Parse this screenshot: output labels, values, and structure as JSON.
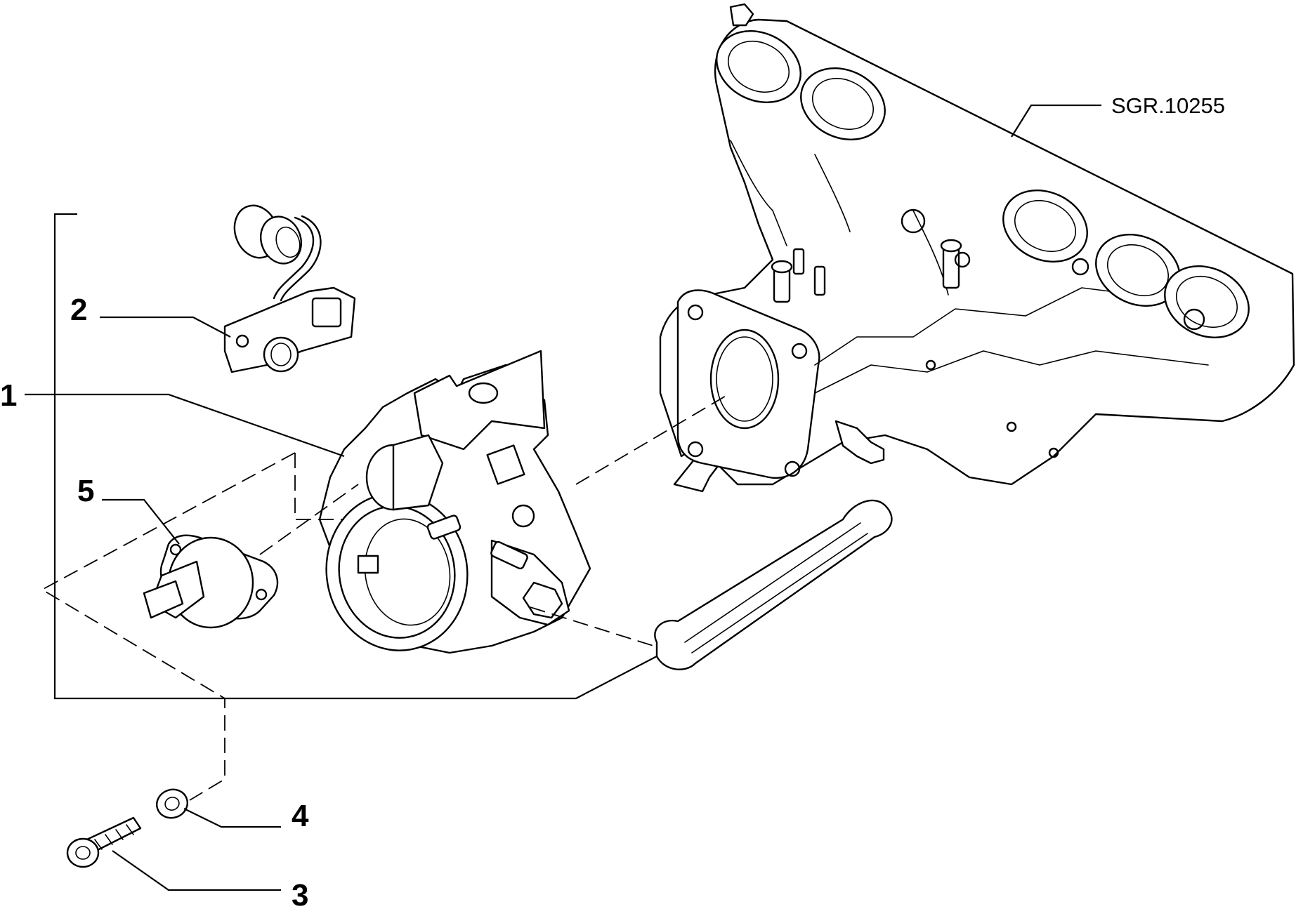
{
  "drawing": {
    "reference": "SGR.10255"
  },
  "callouts": [
    {
      "id": "1",
      "label": "1"
    },
    {
      "id": "2",
      "label": "2"
    },
    {
      "id": "3",
      "label": "3"
    },
    {
      "id": "4",
      "label": "4"
    },
    {
      "id": "5",
      "label": "5"
    }
  ]
}
